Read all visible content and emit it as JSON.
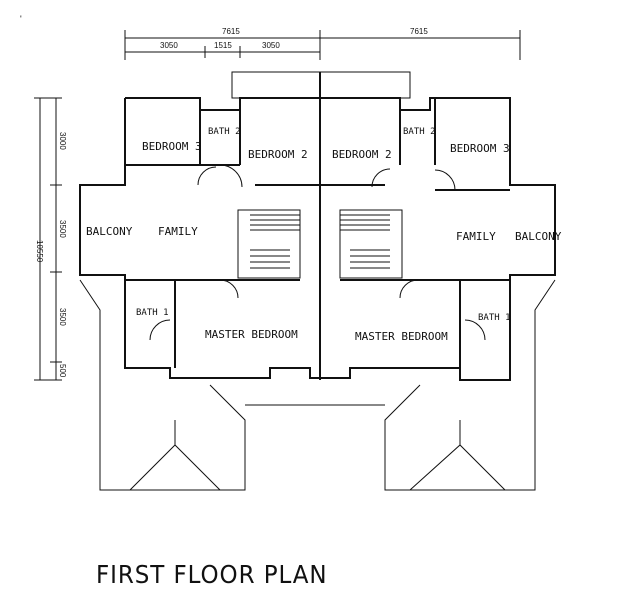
{
  "title": "FIRST FLOOR PLAN",
  "corner_mark": "'",
  "dimensions": {
    "total_left": "7615",
    "total_right": "7615",
    "seg_1": "3050",
    "seg_2": "1515",
    "seg_3": "3050",
    "vertical_total": "10550",
    "v_seg_1": "3000",
    "v_seg_2": "3500",
    "v_seg_3": "3500",
    "v_seg_4": "500"
  },
  "rooms": {
    "bedroom3_left": "BEDROOM 3",
    "bath2_left": "BATH 2",
    "bedroom2_left": "BEDROOM 2",
    "bedroom2_right": "BEDROOM 2",
    "bath2_right": "BATH 2",
    "bedroom3_right": "BEDROOM 3",
    "balcony_left": "BALCONY",
    "family_left": "FAMILY",
    "family_right": "FAMILY",
    "balcony_right": "BALCONY",
    "bath1_left": "BATH 1",
    "master_left": "MASTER BEDROOM",
    "master_right": "MASTER BEDROOM",
    "bath1_right": "BATH 1"
  }
}
